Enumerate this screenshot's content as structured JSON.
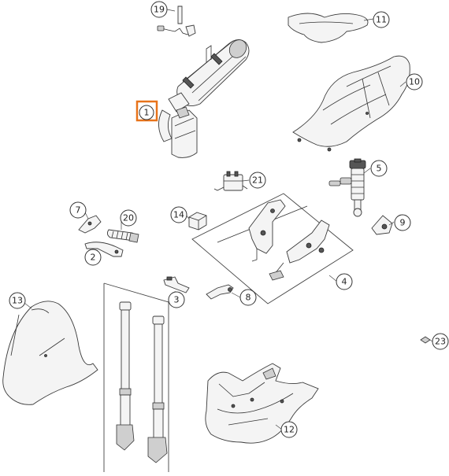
{
  "highlight_color": "#e8731a",
  "callouts": [
    {
      "id": "1",
      "label": "1",
      "highlighted": true
    },
    {
      "id": "2",
      "label": "2"
    },
    {
      "id": "3",
      "label": "3"
    },
    {
      "id": "4",
      "label": "4"
    },
    {
      "id": "5",
      "label": "5"
    },
    {
      "id": "7",
      "label": "7"
    },
    {
      "id": "8",
      "label": "8"
    },
    {
      "id": "9",
      "label": "9"
    },
    {
      "id": "10",
      "label": "10"
    },
    {
      "id": "11",
      "label": "11"
    },
    {
      "id": "12",
      "label": "12"
    },
    {
      "id": "13",
      "label": "13"
    },
    {
      "id": "14",
      "label": "14"
    },
    {
      "id": "19",
      "label": "19"
    },
    {
      "id": "20",
      "label": "20"
    },
    {
      "id": "21",
      "label": "21"
    },
    {
      "id": "23",
      "label": "23"
    }
  ]
}
